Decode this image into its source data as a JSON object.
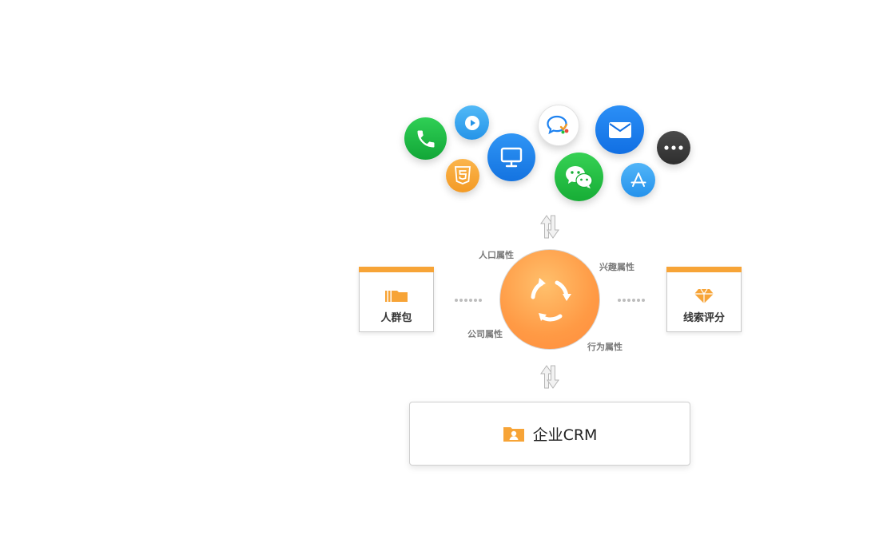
{
  "channels": [
    {
      "name": "phone",
      "icon": "phone-icon",
      "color": "#1fb543"
    },
    {
      "name": "video",
      "icon": "play-icon",
      "color": "#3aa6f0"
    },
    {
      "name": "web",
      "icon": "monitor-icon",
      "color": "#1e82f0"
    },
    {
      "name": "chat",
      "icon": "chat-bubble-icon",
      "color": "#ffffff"
    },
    {
      "name": "email",
      "icon": "mail-icon",
      "color": "#1e7ff5"
    },
    {
      "name": "more",
      "icon": "more-icon",
      "color": "#3c3c3c"
    },
    {
      "name": "html5",
      "icon": "html5-icon",
      "color": "#f7a437"
    },
    {
      "name": "wechat",
      "icon": "wechat-icon",
      "color": "#22c13f"
    },
    {
      "name": "app-store",
      "icon": "app-store-icon",
      "color": "#3aa3f2"
    }
  ],
  "hub": {
    "icon": "sync-cycle-icon",
    "attributes": {
      "population": "人口属性",
      "interest": "兴趣属性",
      "company": "公司属性",
      "behavior": "行为属性"
    }
  },
  "left_card": {
    "label": "人群包",
    "icon": "folder-stack-icon"
  },
  "right_card": {
    "label": "线索评分",
    "icon": "diamond-icon"
  },
  "crm": {
    "label": "企业CRM",
    "icon": "contact-card-icon"
  },
  "colors": {
    "accent": "#f7a437",
    "hub": "#ff9a45",
    "connector": "#bdbdbd"
  }
}
